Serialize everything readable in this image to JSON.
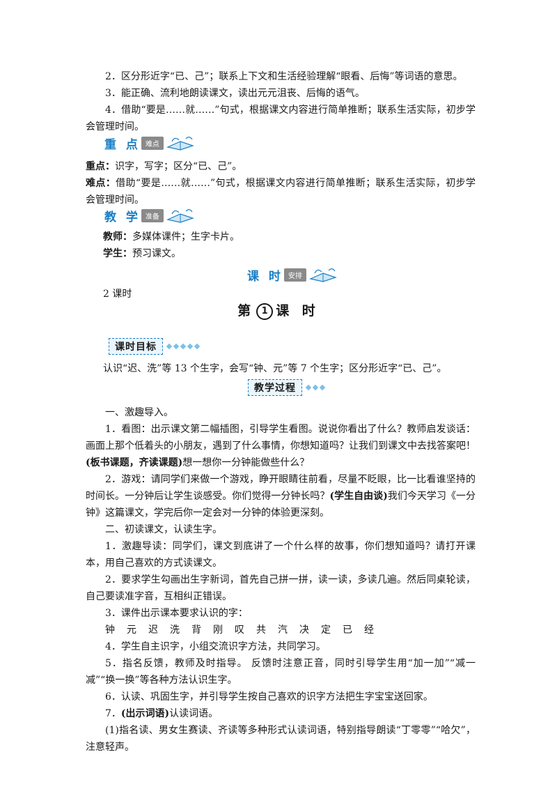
{
  "intro_items": [
    "2．区分形近字“已、己”；联系上下文和生活经验理解“眼看、后悔”等词语的意思。",
    "3．能正确、流利地朗读课文，读出元元沮丧、后悔的语气。",
    "4．借助“要是……就……”句式，根据课文内容进行简单推断；联系生活实际，初步学会管理时间。"
  ],
  "key_points": {
    "tag_main": "重 点",
    "tag_sub": "难点",
    "zhongdian_label": "重点：",
    "zhongdian_text": "识字，写字；区分“已、己”。",
    "nandian_label": "难点：",
    "nandian_text": "借助“要是……就……”句式，根据课文内容进行简单推断；联系生活实际，初步学会管理时间。"
  },
  "prep": {
    "tag_main": "教 学",
    "tag_sub": "准备",
    "teacher_label": "教师：",
    "teacher_text": "多媒体课件；生字卡片。",
    "student_label": "学生：",
    "student_text": "预习课文。"
  },
  "schedule": {
    "tag_main": "课 时",
    "tag_sub": "安排",
    "text": "2 课时"
  },
  "lesson": {
    "prefix": "第",
    "number": "1",
    "suffix": "课 时"
  },
  "objective": {
    "label": "课时目标",
    "text": "认识“迟、洗”等 13 个生字，会写“钟、元”等 7 个生字；区分形近字“已、己”。"
  },
  "process": {
    "label": "教学过程",
    "s1_title": "一、激趣导入。",
    "p1_a": "1．看图：出示课文第二幅插图，引导学生看图。说说你看出了什么？教师启发谈话：画面上那个低着头的小朋友，遇到了什么事情，你想知道吗？让我们到课文中去找答案吧！",
    "p1_b": "(板书课题，齐读课题)",
    "p1_c": "想一想你一分钟能做些什么？",
    "p2_a": "2．游戏：请同学们来做一个游戏，睁开眼睛往前看，尽量不眨眼，比一比看谁坚持的时间长。一分钟后让学生谈感受。你们觉得一分钟长吗？",
    "p2_b": "(学生自由谈)",
    "p2_c": "我们今天学习《一分钟》这篇课文，学完后你一定会对一分钟的体验更深刻。",
    "s2_title": "二、初读课文，认读生字。",
    "p3": "1．激趣导读：同学们，课文到底讲了一个什么样的故事，你们想知道吗？请打开课本，用自己喜欢的方式读课文。",
    "p4": "2．要求学生勾画出生字新词，首先自己拼一拼，读一读，多读几遍。然后同桌轮读，自己要读准字音，互相纠正错误。",
    "p5": "3．课件出示课本要求认识的字：",
    "chars": "钟元迟洗背刚叹共汽决定已经",
    "p6": "4．学生自主识字，小组交流识字方法，共同学习。",
    "p7": "5．指名反馈，教师及时指导。 反馈时注意正音，同时引导学生用“加一加”“减一减”“换一换”等各种方法认识生字。",
    "p8": "6．认读、巩固生字，并引导学生按自己喜欢的识字方法把生字宝宝送回家。",
    "p9_a": "7．",
    "p9_b": "(出示词语)",
    "p9_c": "认读词语。",
    "p10": "(1)指名读、男女生赛读、齐读等多种形式认读词语，特别指导朗读“丁零零”“哈欠”，注意轻声。"
  },
  "colors": {
    "accent": "#1a7fc4",
    "tag_gray": "#8a8a8a"
  }
}
